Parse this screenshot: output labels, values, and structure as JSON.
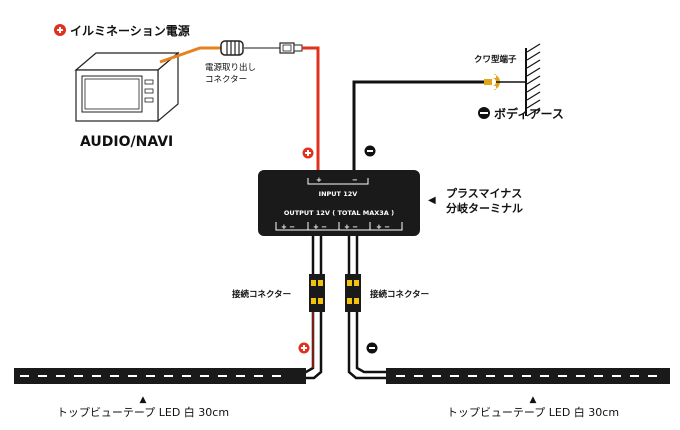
{
  "labels": {
    "illumination_power": "イルミネーション電源",
    "power_connector_line1": "電源取り出し",
    "power_connector_line2": "コネクター",
    "audio_navi": "AUDIO/NAVI",
    "kuwa_terminal": "クワ型端子",
    "body_ground": "ボディアース",
    "splitter_line1": "プラスマイナス",
    "splitter_line2": "分岐ターミナル",
    "input_label": "INPUT 12V",
    "output_label": "OUTPUT 12V ( TOTAL MAX3A )",
    "input_plus": "+",
    "input_minus": "−",
    "output_polarity": "+ −",
    "connector_left": "接続コネクター",
    "connector_right": "接続コネクター",
    "led_left": "トップビューテープ LED 白 30cm",
    "led_right": "トップビューテープ LED 白 30cm",
    "arrow_left": "◀",
    "arrow_up": "▲"
  },
  "colors": {
    "positive_wire": "#e0301e",
    "negative_wire": "#111111",
    "orange_wire": "#e8801e",
    "plus_badge": "#e0301e",
    "minus_badge": "#111111",
    "connector_yellow": "#f2c20f",
    "terminal_gold": "#e2a51a"
  }
}
